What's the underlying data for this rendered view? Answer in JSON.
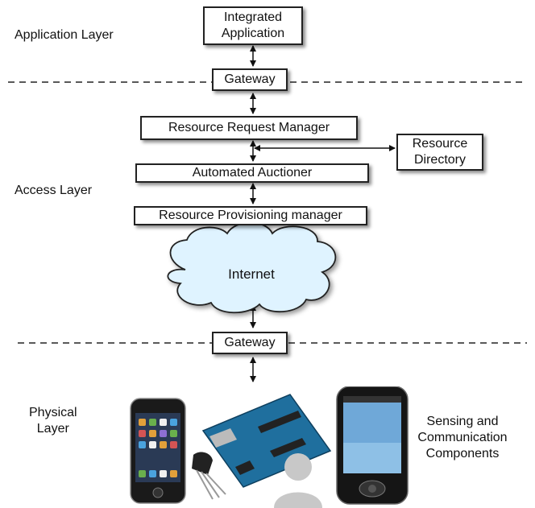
{
  "layers": {
    "application": "Application Layer",
    "access": "Access Layer",
    "physical_line1": "Physical",
    "physical_line2": "Layer"
  },
  "boxes": {
    "integrated_app_line1": "Integrated",
    "integrated_app_line2": "Application",
    "gateway_top": "Gateway",
    "resource_request_manager": "Resource Request Manager",
    "resource_directory_line1": "Resource",
    "resource_directory_line2": "Directory",
    "automated_auctioner": "Automated Auctioner",
    "resource_provisioning_manager": "Resource Provisioning manager",
    "internet": "Internet",
    "gateway_bottom": "Gateway"
  },
  "components_label": {
    "line1": "Sensing and",
    "line2": "Communication",
    "line3": "Components"
  },
  "colors": {
    "cloud_fill": "#dff3ff",
    "arduino_board": "#1f6f9e",
    "phone_screen": "#6fa8d8",
    "person": "#c8c8c8"
  },
  "icons": [
    "smartphone-icon",
    "arduino-board-icon",
    "temperature-sensor-icon",
    "person-icon",
    "android-phone-icon",
    "cloud-icon"
  ]
}
